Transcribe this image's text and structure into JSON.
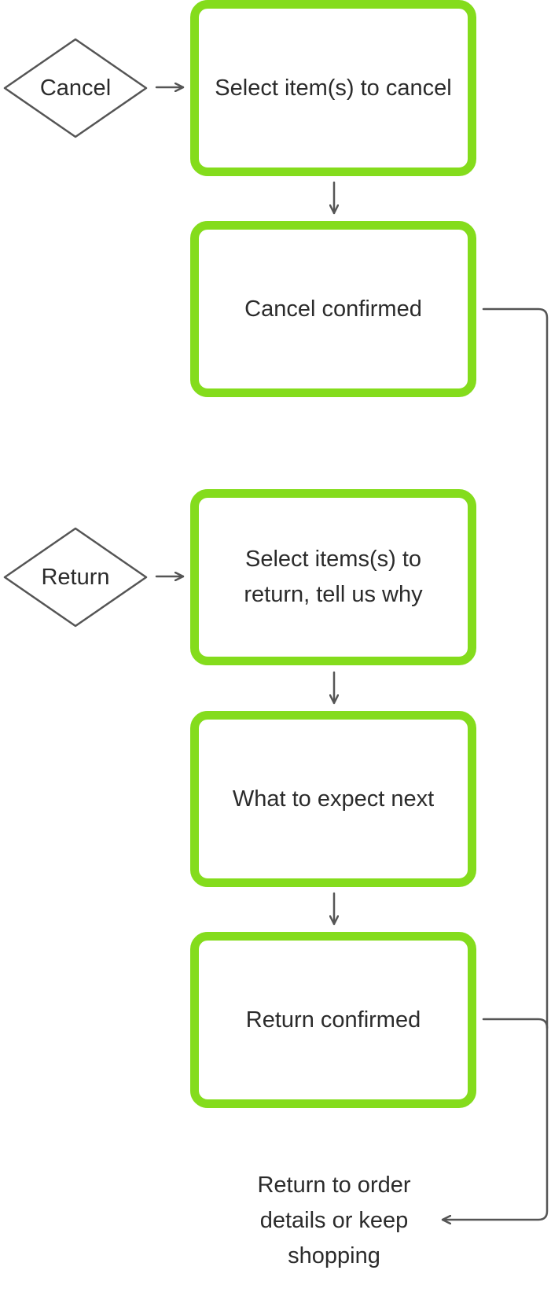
{
  "diagram": {
    "entry_points": [
      {
        "id": "cancel",
        "label": "Cancel"
      },
      {
        "id": "return",
        "label": "Return"
      }
    ],
    "steps": [
      {
        "id": "select-cancel",
        "label": "Select item(s) to cancel"
      },
      {
        "id": "cancel-confirmed",
        "label": "Cancel confirmed"
      },
      {
        "id": "select-return",
        "label": "Select items(s) to return, tell us why"
      },
      {
        "id": "what-next",
        "label": "What to expect next"
      },
      {
        "id": "return-confirmed",
        "label": "Return confirmed"
      }
    ],
    "end": {
      "id": "end",
      "label": "Return to order details or keep shopping"
    },
    "edges": [
      [
        "cancel",
        "select-cancel"
      ],
      [
        "select-cancel",
        "cancel-confirmed"
      ],
      [
        "cancel-confirmed",
        "end"
      ],
      [
        "return",
        "select-return"
      ],
      [
        "select-return",
        "what-next"
      ],
      [
        "what-next",
        "return-confirmed"
      ],
      [
        "return-confirmed",
        "end"
      ]
    ],
    "colors": {
      "step_border": "#84dc1c",
      "line": "#555555",
      "text": "#2b2b2b"
    }
  }
}
